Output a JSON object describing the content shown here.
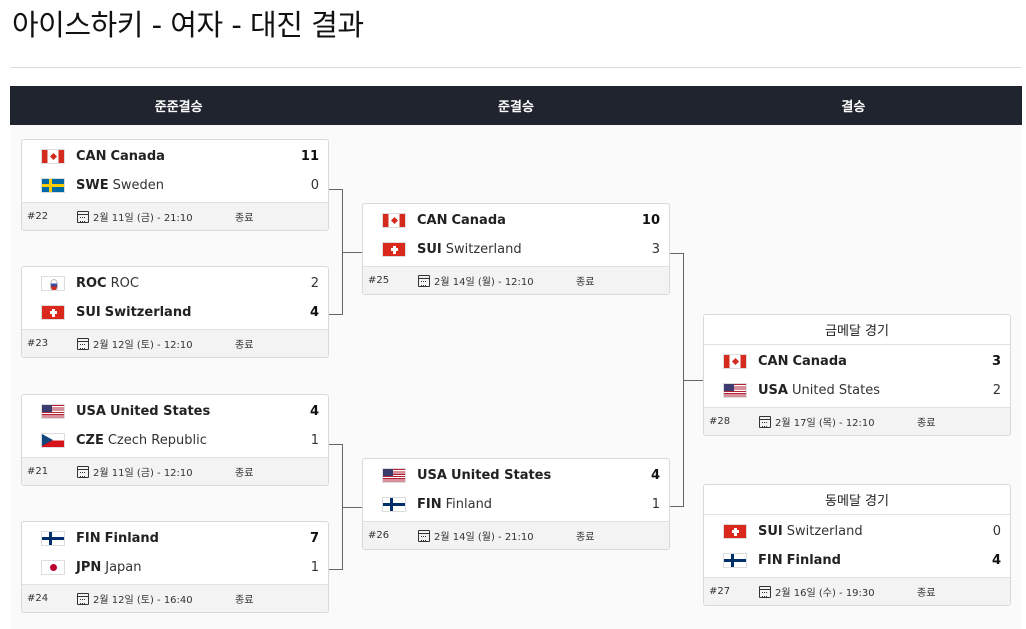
{
  "page_title": "아이스하키 - 여자 - 대진 결과",
  "rounds": [
    "준준결승",
    "준결승",
    "결승"
  ],
  "colors": {
    "header_bg": "#1f242f",
    "footer_bg": "#f3f3f3",
    "connector": "#666666"
  },
  "icons": {
    "calendar": "calendar-icon"
  },
  "matches": {
    "m22": {
      "number": "#22",
      "date": "2월 11일 (금) - 21:10",
      "status": "종료",
      "teams": [
        {
          "flag": "CAN",
          "code": "CAN",
          "country": "Canada",
          "score": "11",
          "winner": true
        },
        {
          "flag": "SWE",
          "code": "SWE",
          "country": "Sweden",
          "score": "0",
          "winner": false
        }
      ]
    },
    "m23": {
      "number": "#23",
      "date": "2월 12일 (토) - 12:10",
      "status": "종료",
      "teams": [
        {
          "flag": "ROC",
          "code": "ROC",
          "country": "ROC",
          "score": "2",
          "winner": false
        },
        {
          "flag": "SUI",
          "code": "SUI",
          "country": "Switzerland",
          "score": "4",
          "winner": true
        }
      ]
    },
    "m21": {
      "number": "#21",
      "date": "2월 11일 (금) - 12:10",
      "status": "종료",
      "teams": [
        {
          "flag": "USA",
          "code": "USA",
          "country": "United States",
          "score": "4",
          "winner": true
        },
        {
          "flag": "CZE",
          "code": "CZE",
          "country": "Czech Republic",
          "score": "1",
          "winner": false
        }
      ]
    },
    "m24": {
      "number": "#24",
      "date": "2월 12일 (토) - 16:40",
      "status": "종료",
      "teams": [
        {
          "flag": "FIN",
          "code": "FIN",
          "country": "Finland",
          "score": "7",
          "winner": true
        },
        {
          "flag": "JPN",
          "code": "JPN",
          "country": "Japan",
          "score": "1",
          "winner": false
        }
      ]
    },
    "m25": {
      "number": "#25",
      "date": "2월 14일 (월) - 12:10",
      "status": "종료",
      "teams": [
        {
          "flag": "CAN",
          "code": "CAN",
          "country": "Canada",
          "score": "10",
          "winner": true
        },
        {
          "flag": "SUI",
          "code": "SUI",
          "country": "Switzerland",
          "score": "3",
          "winner": false
        }
      ]
    },
    "m26": {
      "number": "#26",
      "date": "2월 14일 (월) - 21:10",
      "status": "종료",
      "teams": [
        {
          "flag": "USA",
          "code": "USA",
          "country": "United States",
          "score": "4",
          "winner": true
        },
        {
          "flag": "FIN",
          "code": "FIN",
          "country": "Finland",
          "score": "1",
          "winner": false
        }
      ]
    },
    "m28": {
      "title": "금메달 경기",
      "number": "#28",
      "date": "2월 17일 (목) - 12:10",
      "status": "종료",
      "teams": [
        {
          "flag": "CAN",
          "code": "CAN",
          "country": "Canada",
          "score": "3",
          "winner": true
        },
        {
          "flag": "USA",
          "code": "USA",
          "country": "United States",
          "score": "2",
          "winner": false
        }
      ]
    },
    "m27": {
      "title": "동메달 경기",
      "number": "#27",
      "date": "2월 16일 (수) - 19:30",
      "status": "종료",
      "teams": [
        {
          "flag": "SUI",
          "code": "SUI",
          "country": "Switzerland",
          "score": "0",
          "winner": false
        },
        {
          "flag": "FIN",
          "code": "FIN",
          "country": "Finland",
          "score": "4",
          "winner": true
        }
      ]
    }
  }
}
